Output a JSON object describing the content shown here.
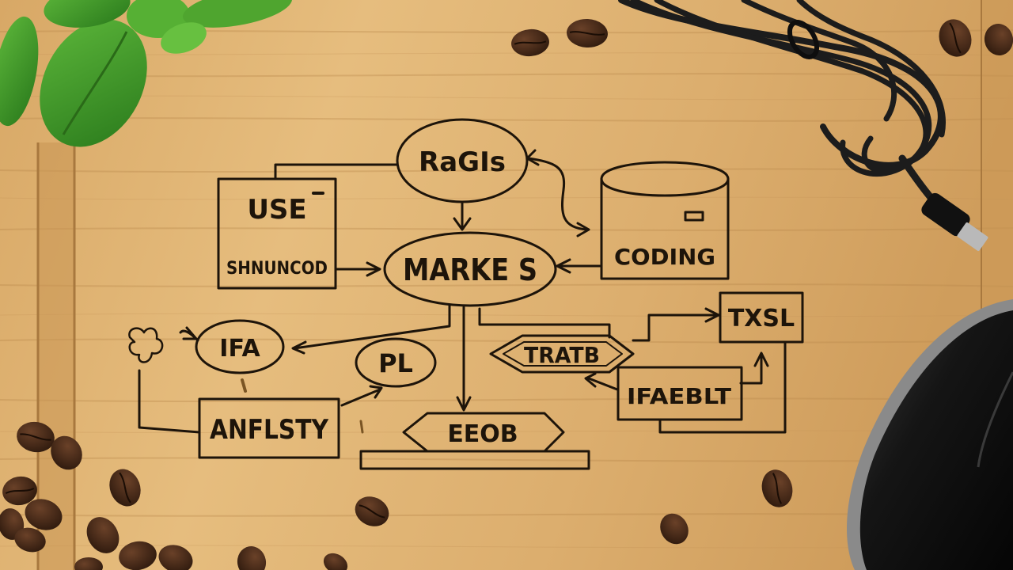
{
  "diagram": {
    "nodes": {
      "ragis": "RaGIs",
      "use": "USE",
      "shnvced": "SHNUNCOD",
      "markes": "MARKE S",
      "coding": "CODING",
      "ifa": "IFA",
      "pl": "PL",
      "trate": "TRATB",
      "txsl": "TXSL",
      "ifablt": "IFAEBLT",
      "anflsty": "ANFLSTY",
      "eeob": "EEOB"
    }
  },
  "colors": {
    "wood_light": "#e2b878",
    "wood_mid": "#d2a262",
    "wood_dark": "#b98748",
    "ink": "#1d140a",
    "leaf": "#3f9a2a",
    "coffee_bean": "#3b2416",
    "cable": "#1c1c1c",
    "mouse": "#161616"
  }
}
